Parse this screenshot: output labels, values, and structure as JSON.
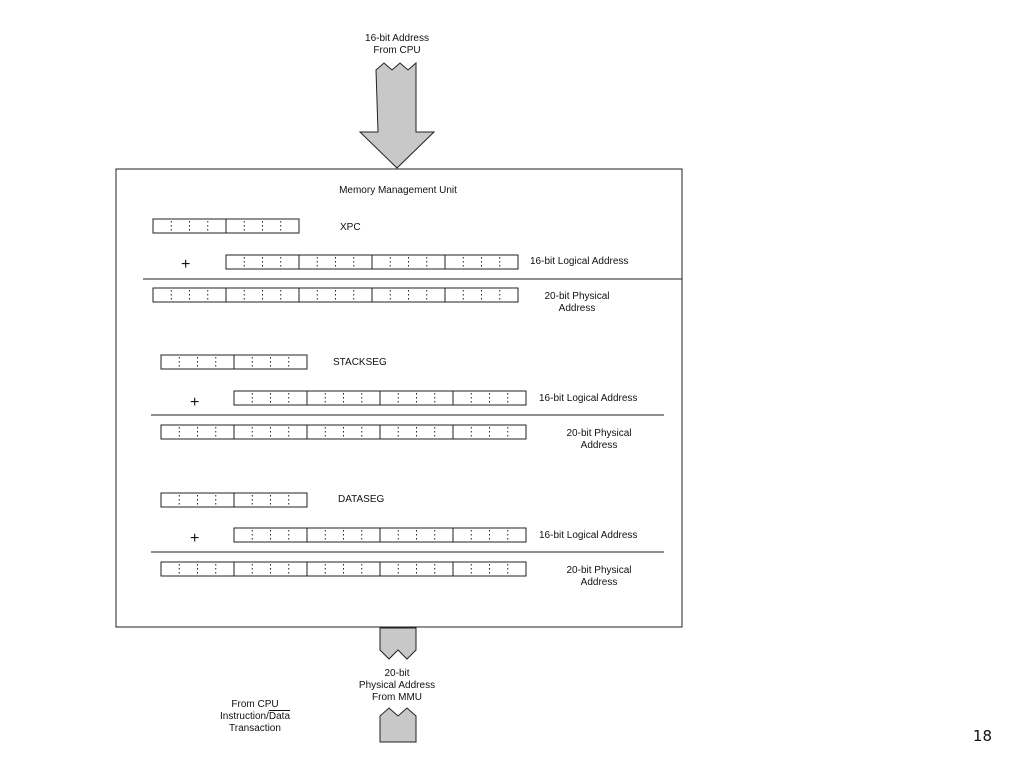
{
  "top_arrow": {
    "label_line1": "16-bit Address",
    "label_line2": "From CPU"
  },
  "mmu": {
    "title": "Memory Management Unit",
    "sections": [
      {
        "segment_label": "XPC",
        "plus": "+",
        "logical_label": "16-bit Logical Address",
        "physical_label_line1": "20-bit Physical",
        "physical_label_line2": "Address"
      },
      {
        "segment_label": "STACKSEG",
        "plus": "+",
        "logical_label": "16-bit Logical Address",
        "physical_label_line1": "20-bit Physical",
        "physical_label_line2": "Address"
      },
      {
        "segment_label": "DATASEG",
        "plus": "+",
        "logical_label": "16-bit Logical Address",
        "physical_label_line1": "20-bit Physical",
        "physical_label_line2": "Address"
      }
    ]
  },
  "bottom_arrow": {
    "label_line1": "20-bit",
    "label_line2": "Physical Address",
    "label_line3": "From MMU"
  },
  "side_note": {
    "line1": "From CPU",
    "line2_prefix": "Instruction/",
    "line2_overlined": "Data",
    "line3": "Transaction"
  },
  "page_number": "18",
  "colors": {
    "arrow_fill": "#c8c8c8",
    "stroke": "#222222"
  }
}
